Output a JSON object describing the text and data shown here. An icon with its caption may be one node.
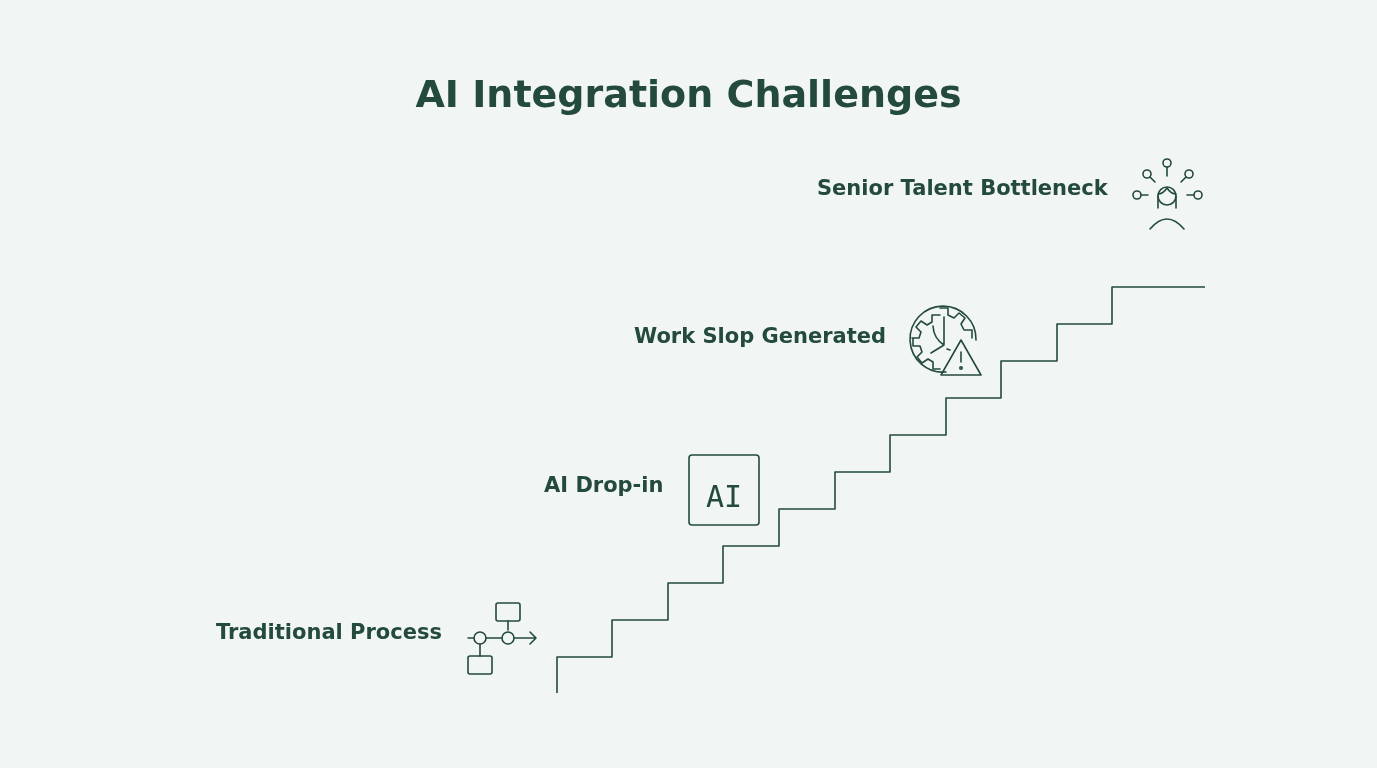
{
  "diagram": {
    "title": "AI Integration Challenges",
    "labels": [
      "Senior Talent Bottleneck",
      "Work Slop Generated",
      "AI Drop-in",
      "AI",
      "Traditional Process"
    ]
  }
}
